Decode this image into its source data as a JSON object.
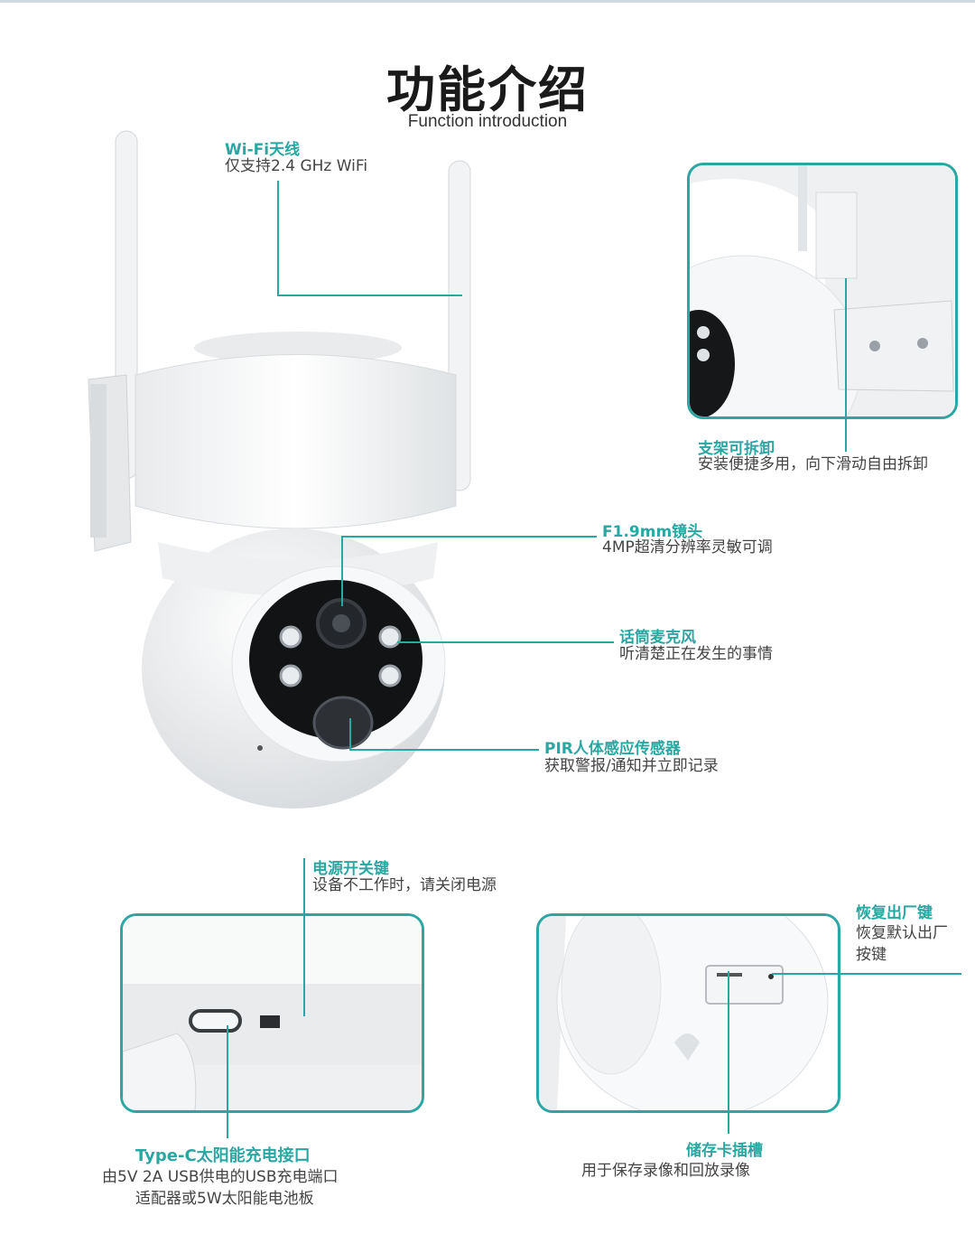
{
  "header": {
    "title": "功能介绍",
    "subtitle": "Function introduction"
  },
  "features": {
    "wifi": {
      "label": "Wi-Fi天线",
      "desc": "仅支持2.4 GHz WiFi"
    },
    "bracket": {
      "label": "支架可拆卸",
      "desc": "安装便捷多用，向下滑动自由拆卸"
    },
    "lens": {
      "label": "F1.9mm镜头",
      "desc": "4MP超清分辨率灵敏可调"
    },
    "mic": {
      "label": "话筒麦克风",
      "desc": "听清楚正在发生的事情"
    },
    "pir": {
      "label": "PIR人体感应传感器",
      "desc": "获取警报/通知并立即记录"
    },
    "power_switch": {
      "label": "电源开关键",
      "desc": "设备不工作时，请关闭电源"
    },
    "reset": {
      "label": "恢复出厂键",
      "desc_line1": "恢复默认出厂",
      "desc_line2": "按键"
    },
    "typec": {
      "label": "Type-C太阳能充电接口",
      "desc_line1": "由5V 2A USB供电的USB充电端口",
      "desc_line2": "适配器或5W太阳能电池板"
    },
    "sd_slot": {
      "label": "储存卡插槽",
      "desc": "用于保存录像和回放录像"
    }
  },
  "colors": {
    "accent": "#2aa7a2",
    "text": "#444444",
    "title": "#1a1a1a"
  }
}
